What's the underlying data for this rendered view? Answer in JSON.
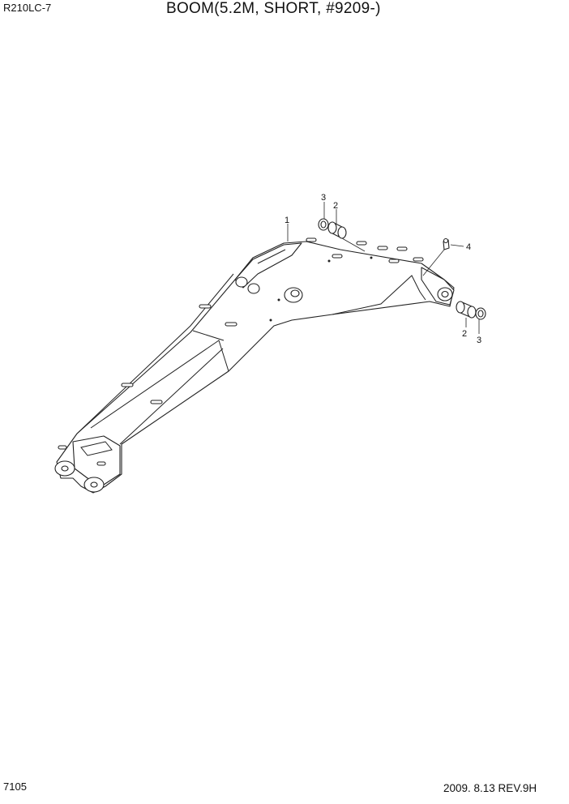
{
  "header": {
    "model": "R210LC-7",
    "title": "BOOM(5.2M, SHORT, #9209-)"
  },
  "footer": {
    "page_number": "7105",
    "revision": "2009. 8.13  REV.9H"
  },
  "callouts": {
    "boom": "1",
    "bushing_top": "2",
    "seal_top": "3",
    "grease_nipple": "4",
    "bushing_bottom": "2",
    "seal_bottom": "3"
  }
}
